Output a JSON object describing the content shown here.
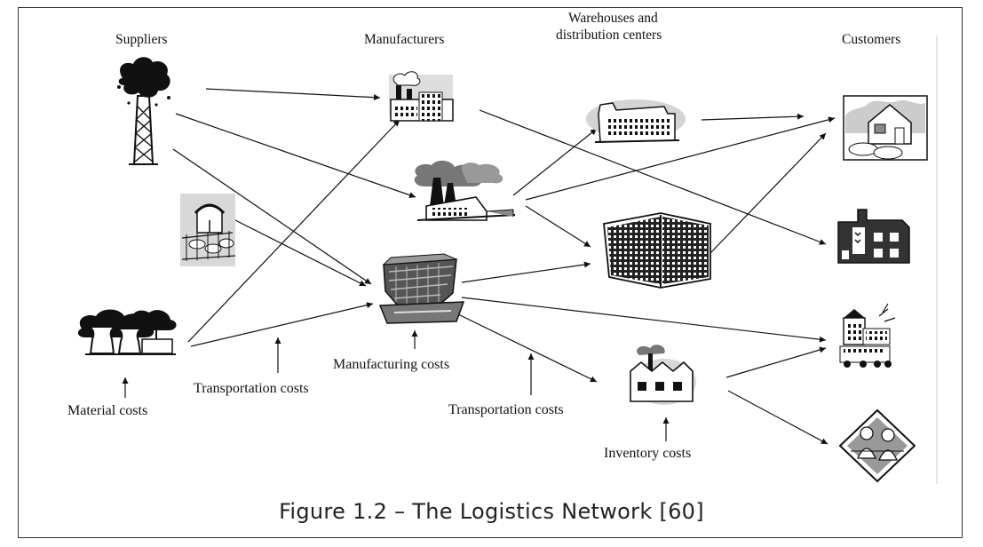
{
  "headers": {
    "suppliers": "Suppliers",
    "manufacturers": "Manufacturers",
    "warehouses_line1": "Warehouses and",
    "warehouses_line2": "distribution centers",
    "customers": "Customers"
  },
  "cost_labels": {
    "material": "Material costs",
    "transportation_1": "Transportation costs",
    "manufacturing": "Manufacturing costs",
    "transportation_2": "Transportation costs",
    "inventory": "Inventory costs"
  },
  "caption": "Figure 1.2 – The Logistics Network [60]",
  "icons": {
    "supplier_1": "oil-rig-icon",
    "supplier_2": "farm-icon",
    "supplier_3": "power-plant-icon",
    "manufacturer_1": "factory-icon",
    "manufacturer_2": "smokestack-factory-icon",
    "manufacturer_3": "mill-icon",
    "warehouse_1": "warehouse-icon",
    "warehouse_2": "office-tower-icon",
    "warehouse_3": "distribution-plant-icon",
    "customer_1": "store-icon",
    "customer_2": "shop-building-icon",
    "customer_3": "town-icon",
    "customer_4": "family-icon"
  }
}
